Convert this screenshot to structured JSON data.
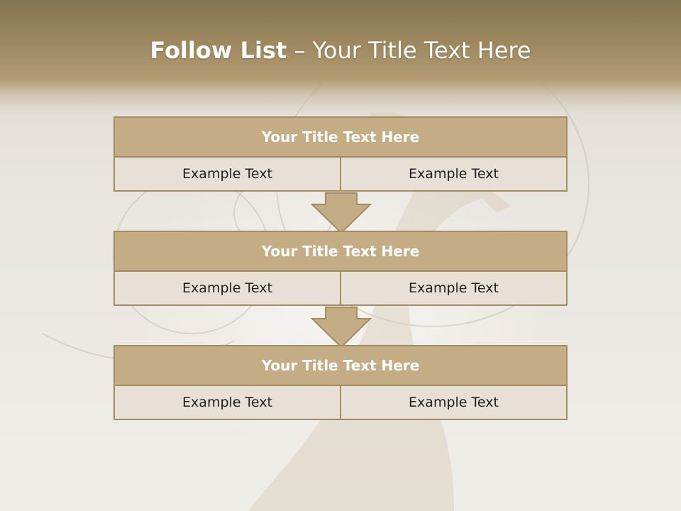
{
  "slide": {
    "title_bold": "Follow List",
    "title_separator": "–",
    "title_rest": "Your Title Text Here"
  },
  "blocks": [
    {
      "heading": "Your Title Text Here",
      "left_text": "Example Text",
      "right_text": "Example Text"
    },
    {
      "heading": "Your Title Text Here",
      "left_text": "Example Text",
      "right_text": "Example Text"
    },
    {
      "heading": "Your Title Text Here",
      "left_text": "Example Text",
      "right_text": "Example Text"
    }
  ],
  "colors": {
    "header_band": "#a28c63",
    "block_head": "#c4ad85",
    "block_row": "#e8e0d6",
    "border": "#a38b60",
    "arrow_fill": "#c4ad85"
  }
}
